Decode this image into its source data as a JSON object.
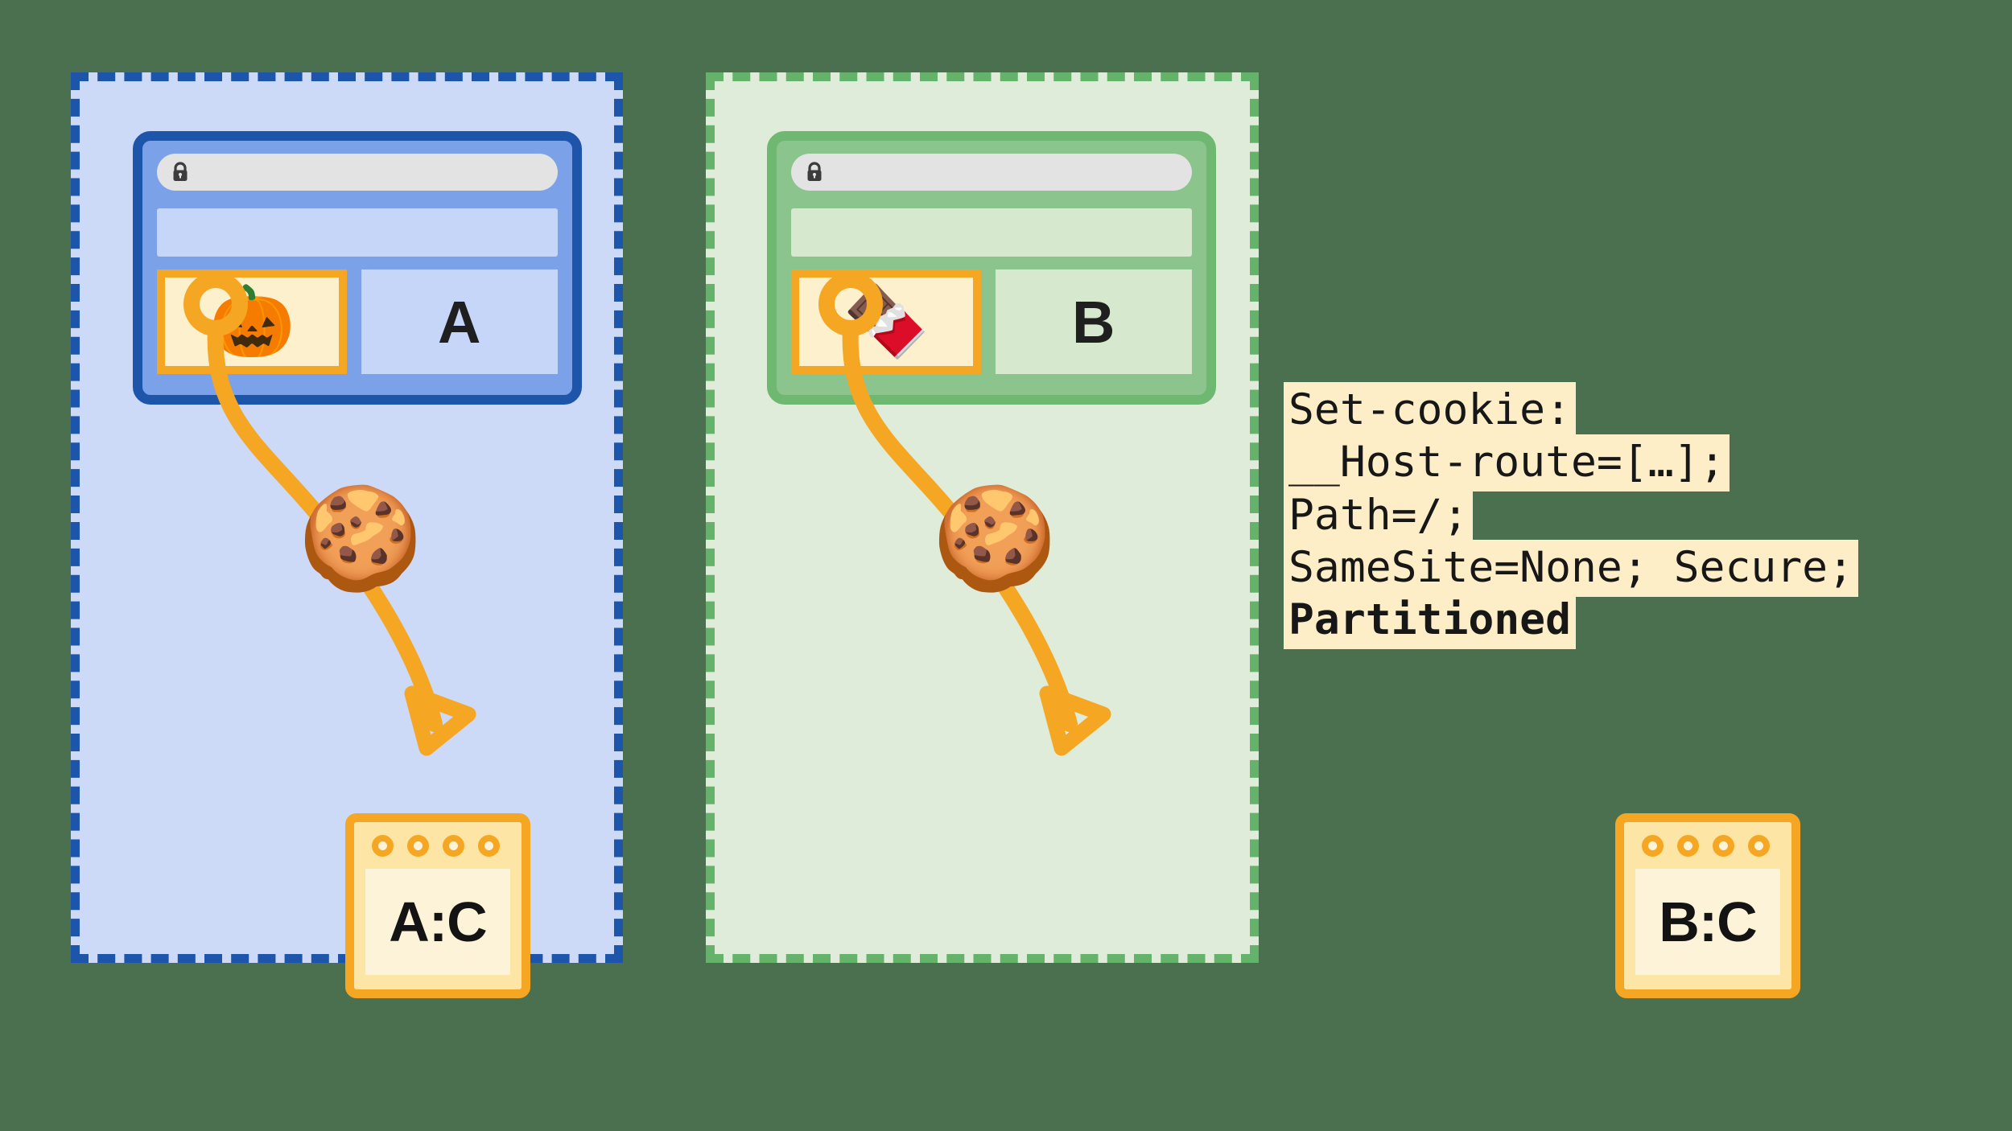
{
  "background_color": "#4a7050",
  "partitions": [
    {
      "id": "site-a",
      "site_label": "A",
      "thumb_icon": "jack-o-lantern-icon",
      "thumb_glyph": "🎃",
      "cookie_glyph": "🍪",
      "storage_label": "A:C",
      "panel_color": "#ccd9f7",
      "border_color": "#1d55ab",
      "browser_color": "#7ba1e8",
      "url_lock_icon": "lock-icon"
    },
    {
      "id": "site-b",
      "site_label": "B",
      "thumb_icon": "chocolate-bar-icon",
      "thumb_glyph": "🍫",
      "cookie_glyph": "🍪",
      "storage_label": "B:C",
      "panel_color": "#dfecd9",
      "border_color": "#65b36a",
      "browser_color": "#8bc48c",
      "url_lock_icon": "lock-icon"
    }
  ],
  "code_block": {
    "highlight_color": "#fdeec7",
    "lines": [
      {
        "text": "Set-cookie:",
        "bold": false
      },
      {
        "text": "__Host-route=[…];",
        "bold": false
      },
      {
        "text": "Path=/;",
        "bold": false
      },
      {
        "text": "SameSite=None; Secure;",
        "bold": false
      },
      {
        "text": "Partitioned",
        "bold": true
      }
    ]
  },
  "arrow_color": "#f5a623",
  "storage_dot_count": 4
}
